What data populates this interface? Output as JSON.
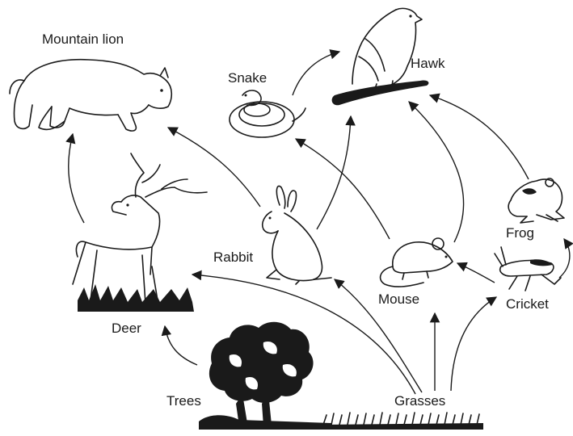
{
  "organisms": {
    "mountain_lion": "Mountain lion",
    "snake": "Snake",
    "hawk": "Hawk",
    "rabbit": "Rabbit",
    "frog": "Frog",
    "deer": "Deer",
    "mouse": "Mouse",
    "cricket": "Cricket",
    "trees": "Trees",
    "grasses": "Grasses"
  },
  "relations": [
    {
      "from": "deer",
      "to": "mountain_lion"
    },
    {
      "from": "rabbit",
      "to": "mountain_lion"
    },
    {
      "from": "rabbit",
      "to": "hawk"
    },
    {
      "from": "snake",
      "to": "hawk"
    },
    {
      "from": "mouse",
      "to": "snake"
    },
    {
      "from": "mouse",
      "to": "hawk"
    },
    {
      "from": "frog",
      "to": "hawk"
    },
    {
      "from": "cricket",
      "to": "mouse"
    },
    {
      "from": "cricket",
      "to": "frog"
    },
    {
      "from": "trees",
      "to": "deer"
    },
    {
      "from": "grasses",
      "to": "deer"
    },
    {
      "from": "grasses",
      "to": "rabbit"
    },
    {
      "from": "grasses",
      "to": "mouse"
    },
    {
      "from": "grasses",
      "to": "cricket"
    }
  ]
}
